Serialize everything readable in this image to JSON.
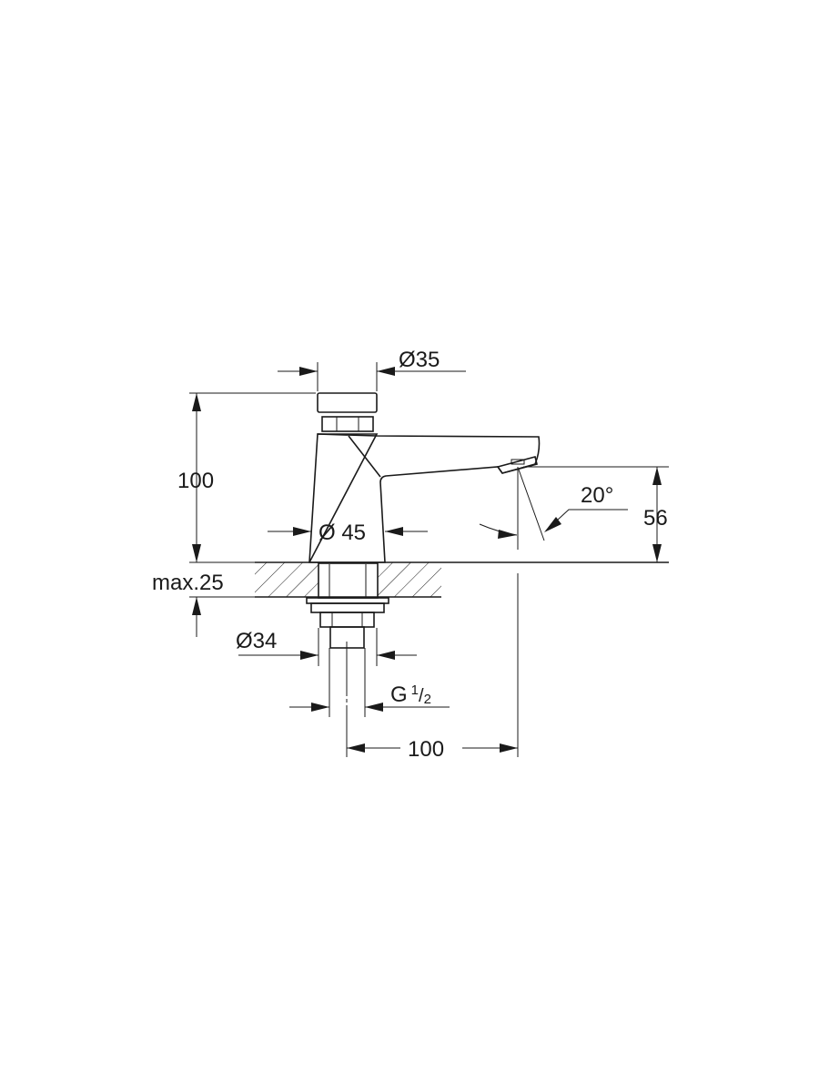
{
  "drawing": {
    "title": "Self-closing pillar tap dimension drawing",
    "dimensions": {
      "button_diameter": "Ø35",
      "total_height": "100",
      "body_diameter": "Ø 45",
      "spout_height": "56",
      "spout_angle": "20°",
      "max_counter_thickness": "max.25",
      "shank_diameter": "Ø34",
      "thread": "G",
      "thread_num": "1",
      "thread_den": "2",
      "projection": "100"
    },
    "line_color": "#1a1a1a"
  }
}
